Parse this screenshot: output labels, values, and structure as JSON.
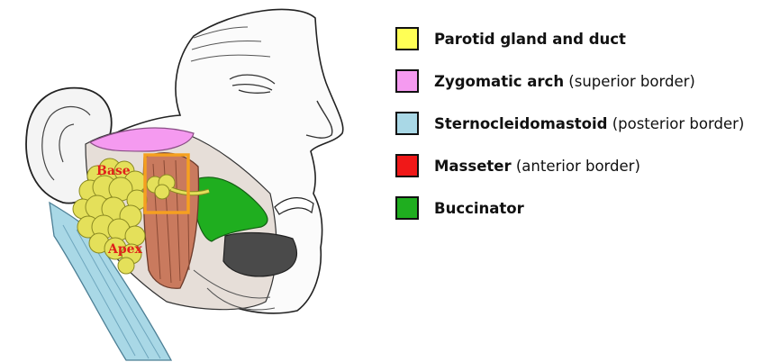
{
  "labels": {
    "base": "Base",
    "apex": "Apex"
  },
  "colors": {
    "parotid": "#ffff55",
    "zygomatic": "#f59af0",
    "sternocleidomastoid": "#a9d8e6",
    "masseter": "#f01818",
    "buccinator": "#1fae1f",
    "highlight_box": "#f5a020"
  },
  "legend": [
    {
      "name": "Parotid gland and duct",
      "qualifier": "",
      "color": "#ffff55"
    },
    {
      "name": "Zygomatic arch",
      "qualifier": " (superior border)",
      "color": "#f59af0"
    },
    {
      "name": "Sternocleidomastoid",
      "qualifier": " (posterior border)",
      "color": "#a9d8e6"
    },
    {
      "name": "Masseter",
      "qualifier": " (anterior border)",
      "color": "#f01818"
    },
    {
      "name": "Buccinator",
      "qualifier": "",
      "color": "#1fae1f"
    }
  ]
}
